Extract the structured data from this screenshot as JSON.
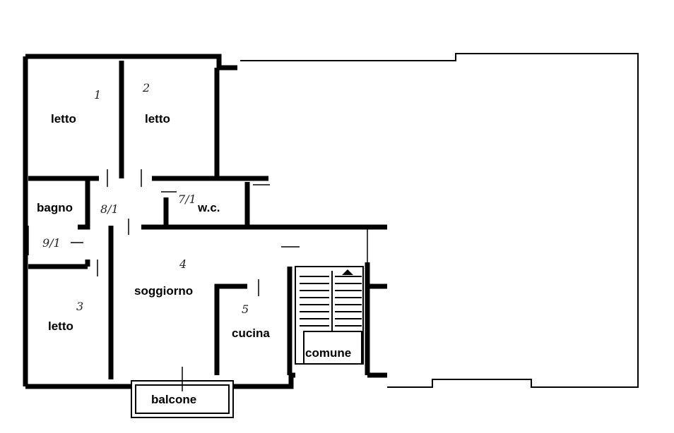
{
  "rooms": {
    "bedroom_1": {
      "label": "letto",
      "number": "1"
    },
    "bedroom_2": {
      "label": "letto",
      "number": "2"
    },
    "bathroom": {
      "label": "bagno",
      "number": "9/1"
    },
    "hallway": {
      "number": "8/1"
    },
    "wc": {
      "label": "w.c.",
      "number": "7/1"
    },
    "living": {
      "label": "soggiorno",
      "number": "4"
    },
    "bedroom_3": {
      "label": "letto",
      "number": "3"
    },
    "kitchen": {
      "label": "cucina",
      "number": "5"
    },
    "stairwell": {
      "label": "comune"
    },
    "balcony": {
      "label": "balcone"
    }
  }
}
